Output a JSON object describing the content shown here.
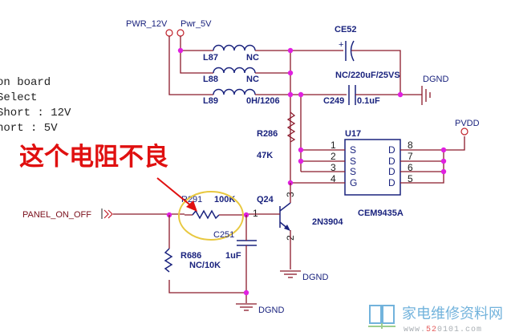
{
  "notes": {
    "left_lines": [
      "on board",
      "Select",
      "Short : 12V",
      "hort : 5V"
    ],
    "annotation": "这个电阻不良"
  },
  "nets": {
    "pwr_12v": "PWR_12V",
    "pwr_5v": "Pwr_5V",
    "dgnd": "DGND",
    "pvdd": "PVDD",
    "panel_on_off": "PANEL_ON_OFF"
  },
  "components": {
    "l87": {
      "ref": "L87",
      "value": "NC"
    },
    "l88": {
      "ref": "L88",
      "value": "NC"
    },
    "l89": {
      "ref": "L89",
      "value": "0H/1206"
    },
    "ce52": {
      "ref": "CE52",
      "value": "NC/220uF/25VS",
      "polarity": "+"
    },
    "c249": {
      "ref": "C249",
      "value": "0.1uF"
    },
    "r286": {
      "ref": "R286",
      "value": "47K"
    },
    "r291": {
      "ref": "R291",
      "value": "100K"
    },
    "c251": {
      "ref": "C251",
      "value": "1uF"
    },
    "r686": {
      "ref": "R686",
      "value": "NC/10K"
    },
    "q24": {
      "ref": "Q24",
      "part": "2N3904",
      "pins": {
        "base": "1",
        "emitter": "2",
        "collector": "3"
      }
    },
    "u17": {
      "ref": "U17",
      "part": "CEM9435A",
      "left_pins": [
        {
          "num": "1",
          "name": "S"
        },
        {
          "num": "2",
          "name": "S"
        },
        {
          "num": "3",
          "name": "S"
        },
        {
          "num": "4",
          "name": "G"
        }
      ],
      "right_pins": [
        {
          "num": "8",
          "name": "D"
        },
        {
          "num": "7",
          "name": "D"
        },
        {
          "num": "6",
          "name": "D"
        },
        {
          "num": "5",
          "name": "D"
        }
      ]
    }
  },
  "watermark": {
    "text": "家电维修资料网",
    "url_prefix": "www.",
    "url_highlight": "52",
    "url_suffix": "0101.com"
  },
  "colors": {
    "wire": "#8b1a2b",
    "component": "#1a237e",
    "junction": "#e020e0",
    "annotation": "#e01010",
    "highlight_circle": "#e8c840"
  }
}
